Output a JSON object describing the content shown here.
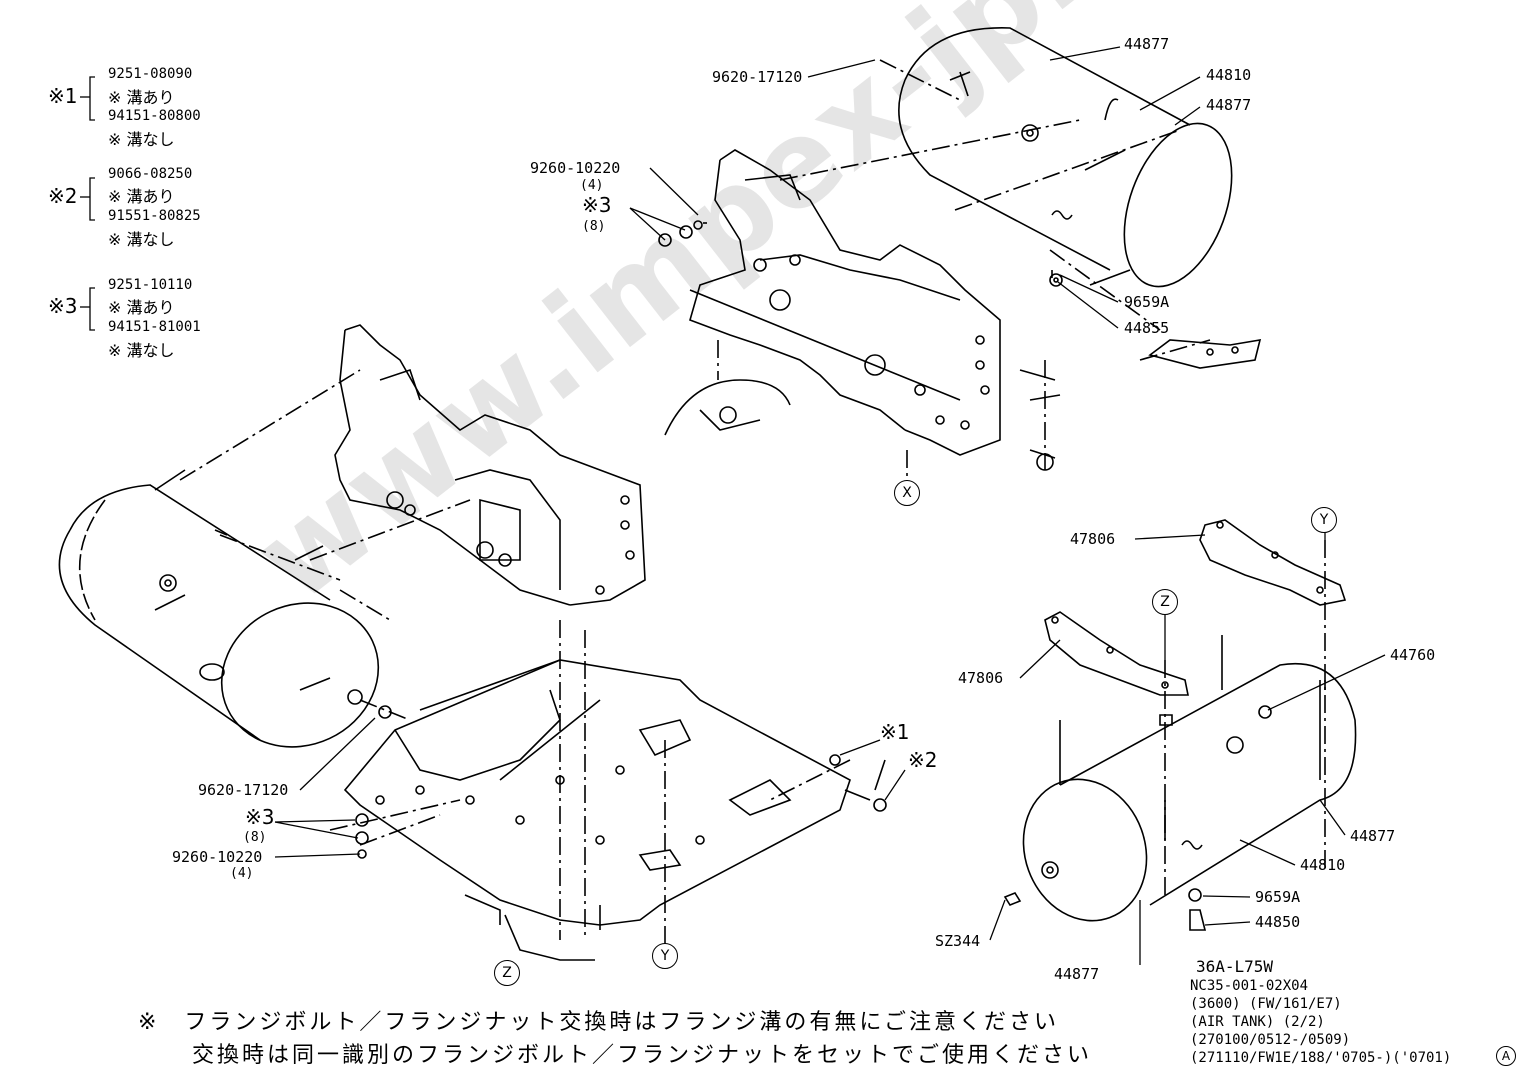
{
  "legend": [
    {
      "mark": "※1",
      "with_groove_part": "9251-08090",
      "with_groove": "※ 溝あり",
      "without_groove_part": "94151-80800",
      "without_groove": "※ 溝なし"
    },
    {
      "mark": "※2",
      "with_groove_part": "9066-08250",
      "with_groove": "※ 溝あり",
      "without_groove_part": "91551-80825",
      "without_groove": "※ 溝なし"
    },
    {
      "mark": "※3",
      "with_groove_part": "9251-10110",
      "with_groove": "※ 溝あり",
      "without_groove_part": "94151-81001",
      "without_groove": "※ 溝なし"
    }
  ],
  "callouts": {
    "top_cap": "9620-17120",
    "top_tank_end1": "44877",
    "top_tank": "44810",
    "top_tank_end2": "44877",
    "top_bolt": "9260-10220",
    "top_bolt_qty": "(4)",
    "top_mark3": "※3",
    "top_mark3_qty": "(8)",
    "top_valve": "9659A",
    "top_drain": "44855",
    "left_cap": "9620-17120",
    "left_mark3": "※3",
    "left_mark3_qty": "(8)",
    "left_bolt": "9260-10220",
    "left_bolt_qty": "(4)",
    "mark1": "※1",
    "mark2": "※2",
    "bracket1": "47806",
    "bracket2": "47806",
    "valve_44760": "44760",
    "r_tank_end1": "44877",
    "r_tank": "44810",
    "r_valve": "9659A",
    "r_drain": "44850",
    "r_cap": "SZ344",
    "r_tank_end2": "44877"
  },
  "refs": {
    "x": "X",
    "y_top": "Y",
    "y_bottom": "Y",
    "z_top": "Z",
    "z_bottom": "Z"
  },
  "note": {
    "line1": "※　フランジボルト／フランジナット交換時はフランジ溝の有無にご注意ください",
    "line2": "交換時は同一識別のフランジボルト／フランジナットをセットでご使用ください"
  },
  "ref_block": {
    "code": "36A-L75W",
    "line1": "NC35-001-02X04",
    "line2": "(3600) (FW/161/E7)",
    "line3": "(AIR TANK) (2/2)",
    "line4": "(270100/0512-/0509)",
    "line5": "(271110/FW1E/188/'0705-)('0701)",
    "circle": "A"
  },
  "watermark": "www.impex-jp.com"
}
